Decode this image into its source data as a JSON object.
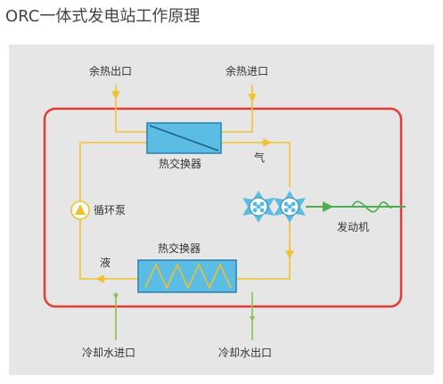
{
  "title": "ORC一体式发电站工作原理",
  "labels": {
    "waste_heat_out": "余热出口",
    "waste_heat_in": "余热进口",
    "hx_top": "热交换器",
    "gas": "气",
    "pump": "循环泵",
    "hx_bottom": "热交换器",
    "liquid": "液",
    "generator": "发动机",
    "cooling_in": "冷却水进口",
    "cooling_out": "冷却水出口"
  },
  "colors": {
    "loop": "#e53935",
    "working_fluid": "#f2c12e",
    "cooling_water": "#8bc34a",
    "generator_line": "#4caf50",
    "exchanger": "#5bbce4",
    "panel": "#e6e6e6"
  }
}
